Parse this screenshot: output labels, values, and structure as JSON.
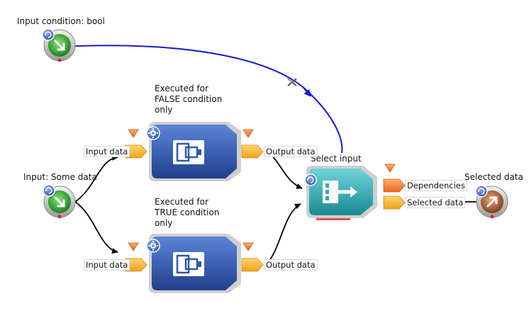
{
  "nodes": {
    "input_condition": {
      "label": "Input condition: bool"
    },
    "input_some_data": {
      "label": "Input: Some data"
    },
    "selected_data": {
      "label": "Selected data"
    },
    "false_block": {
      "label": "Executed for FALSE condition only"
    },
    "true_block": {
      "label": "Executed for TRUE condition only"
    },
    "select_input": {
      "label": "Select input"
    }
  },
  "ports": {
    "false_input": "Input data",
    "false_output": "Output data",
    "true_input": "Input data",
    "true_output": "Output data",
    "dependencies": "Dependencies",
    "selected": "Selected data"
  },
  "colors": {
    "green_node": "#3aa83a",
    "brown_node": "#a8643a",
    "blue_block": "#2f58b0",
    "teal_block": "#2aa8b4",
    "port_orange": "#f5a623",
    "dep_orange": "#f07a20",
    "condition_link": "#1a1ad0",
    "data_link": "#000000",
    "error_dot": "#e02020"
  }
}
